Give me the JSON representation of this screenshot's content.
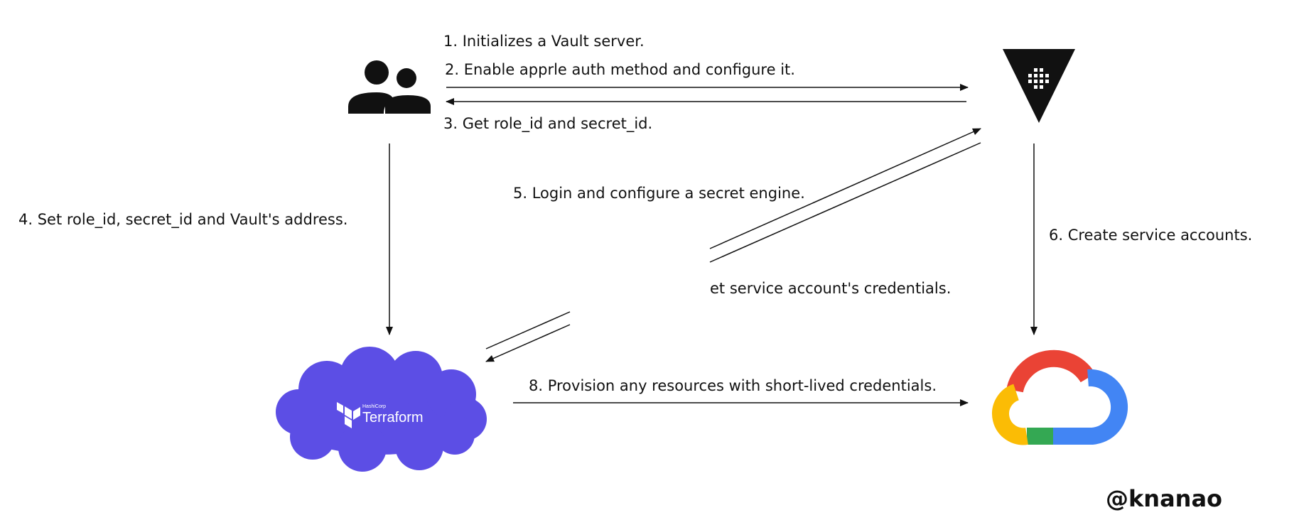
{
  "steps": {
    "s1": "1. Initializes a Vault server.",
    "s2": "2. Enable apprle auth method and configure it.",
    "s3": "3. Get role_id and secret_id.",
    "s4": "4. Set role_id, secret_id and Vault's address.",
    "s5": "5. Login and configure a secret engine.",
    "s6": "6. Create service accounts.",
    "s7": "et service account's credentials.",
    "s8": "8. Provision any resources with short-lived credentials."
  },
  "terraform": {
    "vendor": "HashiCorp",
    "name": "Terraform"
  },
  "signature": "@knanao",
  "icons": {
    "users": "users-icon",
    "vault": "vault-triangle-icon",
    "terraform": "terraform-logo-icon",
    "gcp": "google-cloud-icon"
  },
  "colors": {
    "terraform_cloud": "#5C4EE5",
    "gcp_red": "#EA4335",
    "gcp_blue": "#4285F4",
    "gcp_yellow": "#FBBC05",
    "gcp_green": "#34A853",
    "ink": "#111111"
  }
}
